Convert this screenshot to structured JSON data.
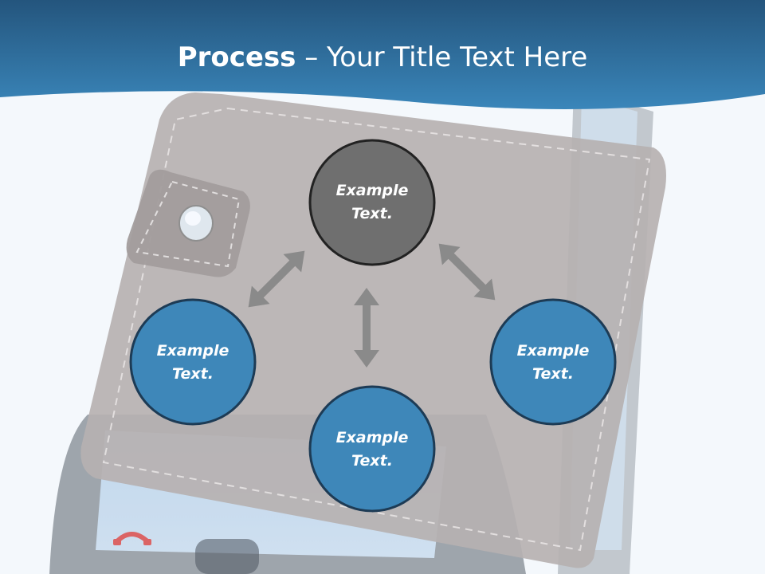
{
  "title": {
    "bold": "Process",
    "rest": " – Your Title Text Here"
  },
  "nodes": {
    "center": {
      "line1": "Example",
      "line2": "Text."
    },
    "left": {
      "line1": "Example",
      "line2": "Text."
    },
    "bottom": {
      "line1": "Example",
      "line2": "Text."
    },
    "right": {
      "line1": "Example",
      "line2": "Text."
    }
  },
  "colors": {
    "header": "#2a6a9a",
    "center_fill": "#6e6e6e",
    "node_fill": "#3d86b8",
    "node_stroke": "#1d3b55",
    "arrow": "#8a8a8a",
    "wallet": "#b9b4b4"
  }
}
